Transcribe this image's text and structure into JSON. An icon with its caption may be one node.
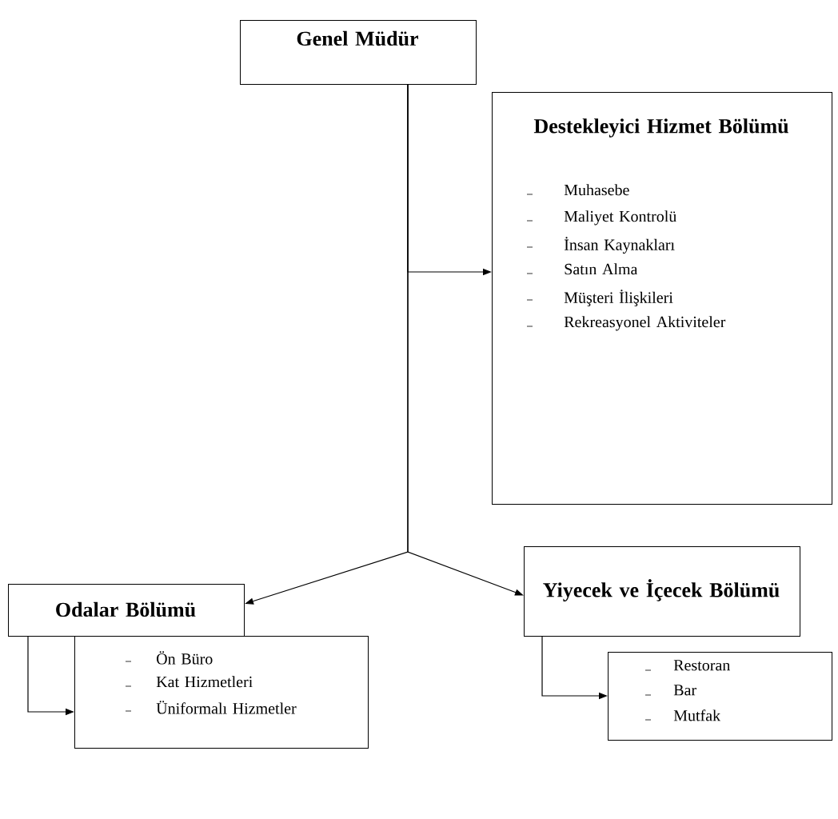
{
  "diagram": {
    "nodes": [
      {
        "text": [
          "Genel Müdür"
        ]
      },
      {
        "text": [
          "Destekleyici Hizmet Bölümü",
          "Muhasebe",
          "Maliyet Kontrolü",
          "İnsan Kaynakları",
          "Satın Alma",
          "Müşteri İlişkileri",
          "Rekreasyonel Aktiviteler"
        ]
      },
      {
        "text": [
          "Odalar Bölümü"
        ]
      },
      {
        "text": [
          "Ön Büro",
          "Kat Hizmetleri",
          "Üniformalı Hizmetler"
        ]
      },
      {
        "text": [
          "Yiyecek ve İçecek Bölümü"
        ]
      },
      {
        "text": [
          "Restoran",
          "Bar",
          "Mutfak"
        ]
      }
    ],
    "edges": [
      {
        "from": 0,
        "to": 1,
        "arrow": "to"
      },
      {
        "from": 0,
        "to": 2,
        "arrow": "to"
      },
      {
        "from": 0,
        "to": 4,
        "arrow": "to"
      },
      {
        "from": 2,
        "to": 3,
        "arrow": "to"
      },
      {
        "from": 4,
        "to": 5,
        "arrow": "to"
      }
    ]
  }
}
